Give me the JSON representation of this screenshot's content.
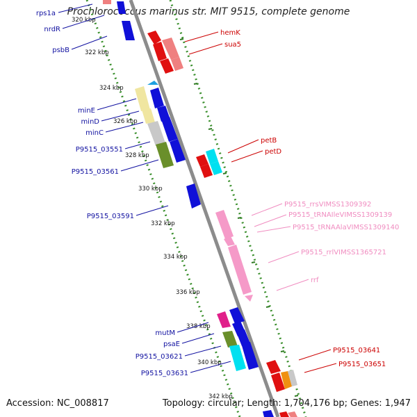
{
  "title": "Prochlorococcus marinus str. MIT 9515, complete genome",
  "footer": {
    "accession": "Accession: NC_008817",
    "topology": "Topology: circular; Length: 1,704,176 bp; Genes: 1,947"
  },
  "colors": {
    "backbone": "#8c8c8c",
    "track": "#3a8f2c",
    "gene_blue": "#1010d8",
    "gene_red": "#e01010",
    "gene_salmon": "#ef8080",
    "gene_yellow": "#f0e6a0",
    "gene_grey": "#c8c8c8",
    "gene_olive": "#6a8f2a",
    "gene_cyan": "#00e0f0",
    "gene_pink": "#f59ac8",
    "gene_magenta": "#e0208a",
    "gene_orange": "#f09010",
    "label_blue": "#1010a0",
    "label_red": "#cc0000",
    "label_pink": "#f08cc0"
  },
  "scale_labels": [
    "322 kbp",
    "324 kbp",
    "326 kbp",
    "328 kbp",
    "330 kbp",
    "332 kbp",
    "334 kbp",
    "336 kbp",
    "338 kbp",
    "340 kbp",
    "342 kbp"
  ],
  "scale_label_top_cut": "320 kbp",
  "left_labels": [
    "rps1a",
    "nrdR",
    "psbB",
    "minE",
    "minD",
    "minC",
    "P9515_03551",
    "P9515_03561",
    "P9515_03591",
    "mutM",
    "psaE",
    "P9515_03621",
    "P9515_03631"
  ],
  "right_red_labels": [
    "hemK",
    "sua5",
    "petB",
    "petD",
    "P9515_03641",
    "P9515_03651"
  ],
  "right_pink_labels": [
    "P9515_rrsVIMSS1309392",
    "P9515_tRNAIleVIMSS1309139",
    "P9515_tRNAAlaVIMSS1309140",
    "P9515_rrlVIMSS1365721",
    "rrf"
  ]
}
